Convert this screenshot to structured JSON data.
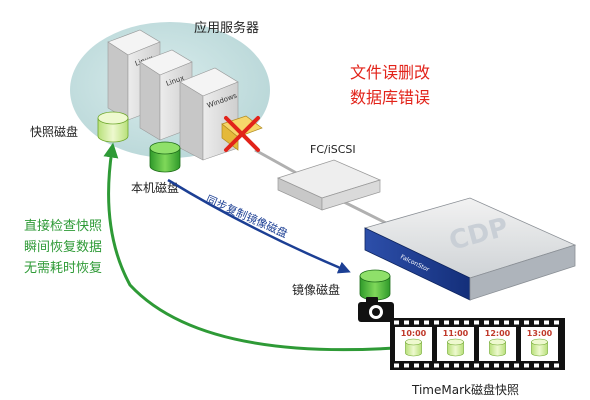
{
  "labels": {
    "app_servers": "应用服务器",
    "error_line1": "文件误删改",
    "error_line2": "数据库错误",
    "fc_iscsi": "FC/iSCSI",
    "snapshot_disk": "快照磁盘",
    "local_disk": "本机磁盘",
    "sync_copy": "同步复制镜像磁盘",
    "mirror_disk": "镜像磁盘",
    "recovery_line1": "直接检查快照",
    "recovery_line2": "瞬间恢复数据",
    "recovery_line3": "无需耗时恢复",
    "timemark": "TimeMark磁盘快照",
    "cdp_logo": "CDP",
    "brand": "FalconStor"
  },
  "servers": [
    "Linux",
    "Linux",
    "Windows"
  ],
  "snapshot_times": [
    "10:00",
    "11:00",
    "12:00",
    "13:00"
  ],
  "colors": {
    "error_text": "#e2231a",
    "recovery_text": "#2e9a36",
    "sync_text": "#1c3f94",
    "disk_green": "#3fb33a",
    "snapshot_disk_fill": "#d8ef9e",
    "cdp_blue": "#1c3a8c",
    "film_time": "#c0392b"
  }
}
